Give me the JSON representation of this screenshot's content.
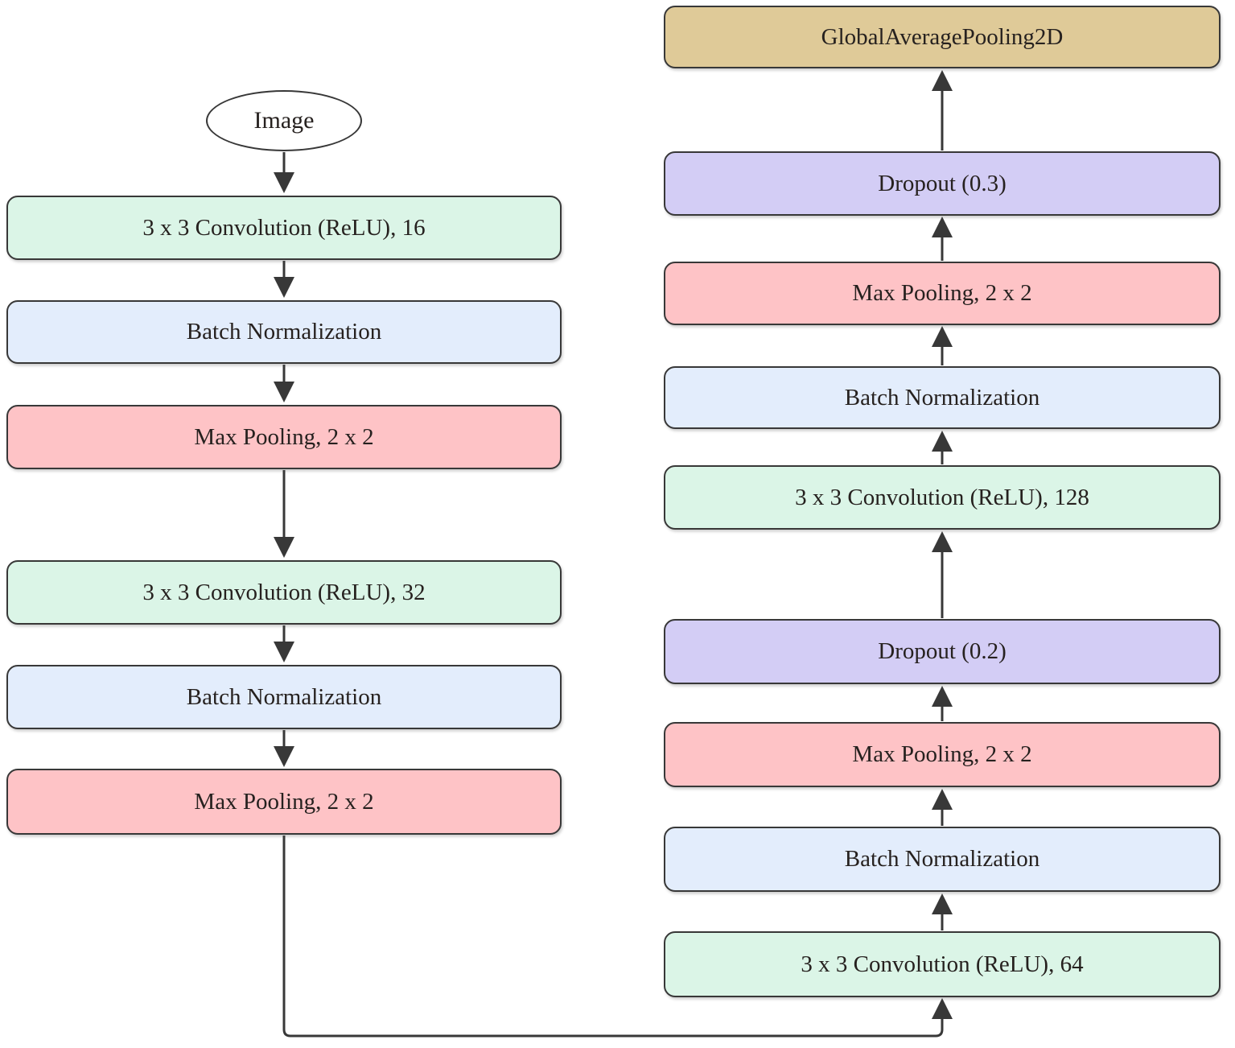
{
  "diagram": {
    "description": "Convolutional neural network architecture flowchart",
    "input_node": {
      "label": "Image",
      "shape": "ellipse"
    },
    "left_column": [
      {
        "label": "3 x 3 Convolution (ReLU), 16",
        "type": "conv"
      },
      {
        "label": "Batch Normalization",
        "type": "batchnorm"
      },
      {
        "label": "Max Pooling, 2 x 2",
        "type": "maxpool"
      },
      {
        "label": "3 x 3 Convolution (ReLU), 32",
        "type": "conv"
      },
      {
        "label": "Batch Normalization",
        "type": "batchnorm"
      },
      {
        "label": "Max Pooling, 2 x 2",
        "type": "maxpool"
      }
    ],
    "right_column": [
      {
        "label": "3 x 3 Convolution (ReLU), 64",
        "type": "conv"
      },
      {
        "label": "Batch Normalization",
        "type": "batchnorm"
      },
      {
        "label": "Max Pooling, 2 x 2",
        "type": "maxpool"
      },
      {
        "label": "Dropout (0.2)",
        "type": "dropout"
      },
      {
        "label": "3 x 3 Convolution (ReLU), 128",
        "type": "conv"
      },
      {
        "label": "Batch Normalization",
        "type": "batchnorm"
      },
      {
        "label": "Max Pooling, 2 x 2",
        "type": "maxpool"
      },
      {
        "label": "Dropout (0.3)",
        "type": "dropout"
      },
      {
        "label": "GlobalAveragePooling2D",
        "type": "global_average_pooling"
      }
    ],
    "flow": "Left column flows top-to-bottom, elbow connector at bottom feeds right column which flows bottom-to-top",
    "colors": {
      "conv_fill": "#dbf5e7",
      "batchnorm_fill": "#e3edfc",
      "maxpool_fill": "#fec3c6",
      "dropout_fill": "#d3cdf5",
      "global_average_pooling_fill": "#dfca98",
      "ellipse_fill": "#ffffff",
      "node_border": "#383838",
      "arrow": "#383838",
      "text": "#26211f",
      "background": "#ffffff"
    }
  }
}
